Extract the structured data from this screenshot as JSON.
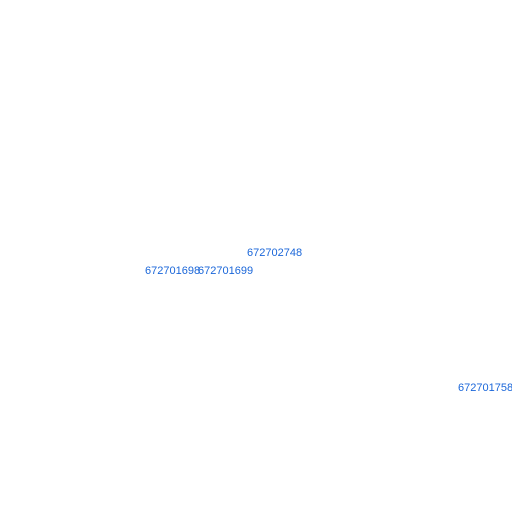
{
  "colors": {
    "background": "#ffffff",
    "link": "#1a66d9"
  },
  "links": [
    {
      "label": "672702748"
    },
    {
      "label": "672701698"
    },
    {
      "label": "672701699"
    },
    {
      "label": "672701758"
    }
  ]
}
